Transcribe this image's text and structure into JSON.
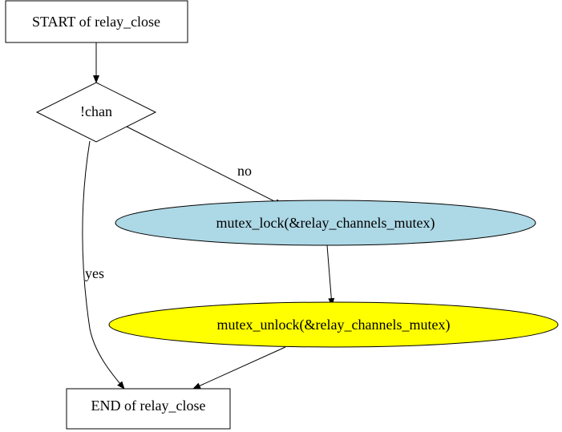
{
  "flowchart": {
    "nodes": {
      "start": {
        "label": "START of relay_close",
        "shape": "box",
        "fill": "#ffffff"
      },
      "cond": {
        "label": "!chan",
        "shape": "diamond",
        "fill": "#ffffff"
      },
      "lock": {
        "label": "mutex_lock(&relay_channels_mutex)",
        "shape": "ellipse",
        "fill": "#add8e6"
      },
      "unlock": {
        "label": "mutex_unlock(&relay_channels_mutex)",
        "shape": "ellipse",
        "fill": "#ffff00"
      },
      "end": {
        "label": "END of relay_close",
        "shape": "box",
        "fill": "#ffffff"
      }
    },
    "edges": {
      "start_to_cond": {
        "from": "start",
        "to": "cond",
        "label": ""
      },
      "cond_to_lock": {
        "from": "cond",
        "to": "lock",
        "label": "no"
      },
      "cond_to_end": {
        "from": "cond",
        "to": "end",
        "label": "yes"
      },
      "lock_to_unlock": {
        "from": "lock",
        "to": "unlock",
        "label": ""
      },
      "unlock_to_end": {
        "from": "unlock",
        "to": "end",
        "label": ""
      }
    }
  }
}
